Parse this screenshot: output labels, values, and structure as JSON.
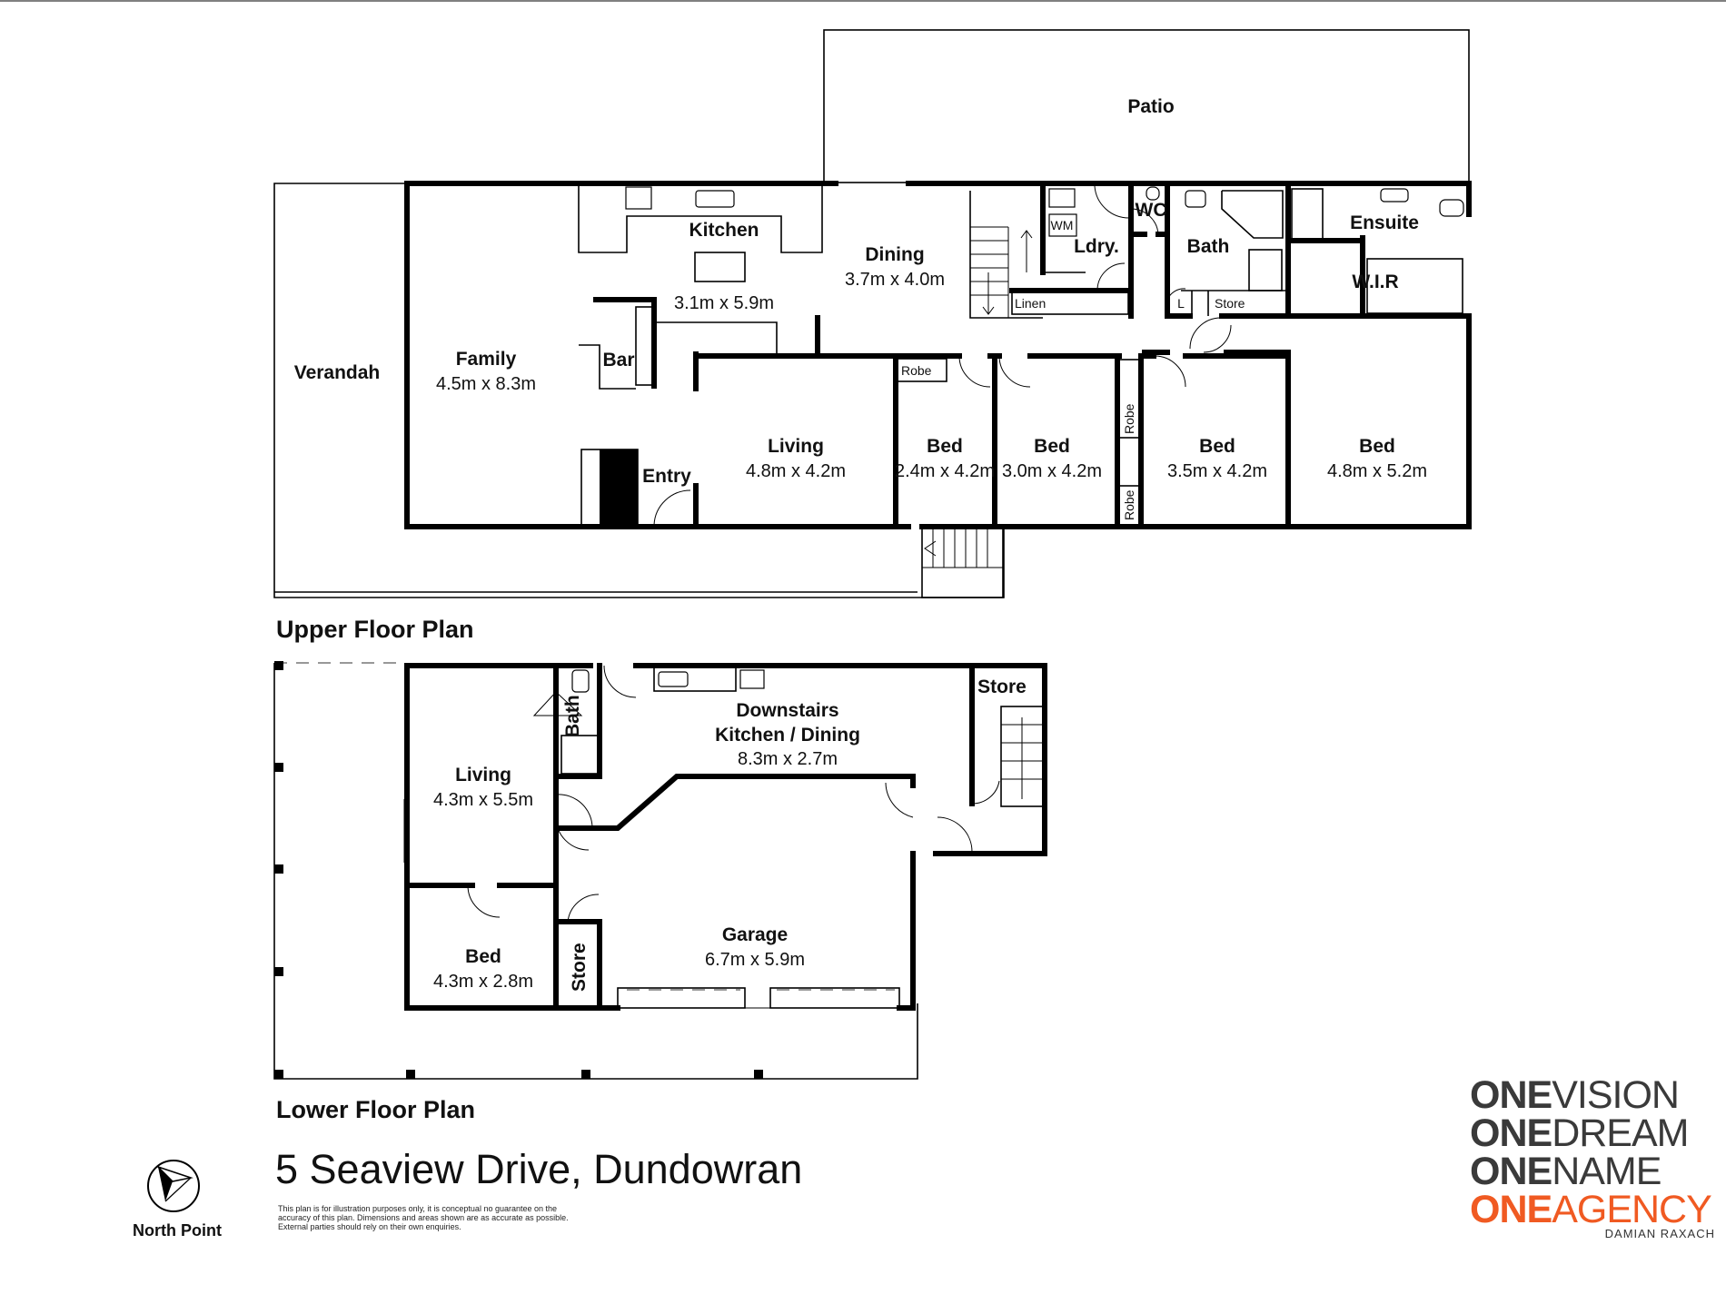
{
  "upper": {
    "heading": "Upper Floor Plan",
    "patio": "Patio",
    "verandah": "Verandah",
    "kitchen": "Kitchen",
    "kitchen_dim": "3.1m x 5.9m",
    "dining": "Dining",
    "dining_dim": "3.7m x 4.0m",
    "family": "Family",
    "family_dim": "4.5m x 8.3m",
    "bar": "Bar",
    "entry": "Entry",
    "living": "Living",
    "living_dim": "4.8m x 4.2m",
    "ldry": "Ldry.",
    "wm": "WM",
    "wc": "WC",
    "bath": "Bath",
    "ensuite": "Ensuite",
    "wir": "W.I.R",
    "linen": "Linen",
    "l": "L",
    "store": "Store",
    "robe": "Robe",
    "robe2": "Robe",
    "robe3": "Robe",
    "bed1": "Bed",
    "bed1_dim": "2.4m x 4.2m",
    "bed2": "Bed",
    "bed2_dim": "3.0m x 4.2m",
    "bed3": "Bed",
    "bed3_dim": "3.5m x 4.2m",
    "bed4": "Bed",
    "bed4_dim": "4.8m x 5.2m"
  },
  "lower": {
    "heading": "Lower Floor Plan",
    "bath": "Bath",
    "kitchen_l1": "Downstairs",
    "kitchen_l2": "Kitchen / Dining",
    "kitchen_dim": "8.3m x 2.7m",
    "store": "Store",
    "living": "Living",
    "living_dim": "4.3m x 5.5m",
    "garage": "Garage",
    "garage_dim": "6.7m x 5.9m",
    "bed": "Bed",
    "bed_dim": "4.3m x 2.8m",
    "store2": "Store"
  },
  "address": "5 Seaview Drive, Dundowran",
  "disclaimer": "This plan is for illustration purposes only, it is conceptual no guarantee on the accuracy of this plan. Dimensions and areas shown are as accurate as possible. External parties should rely on their own enquiries.",
  "north_label": "North Point",
  "logo": {
    "lines": [
      {
        "strong": "ONE",
        "light": "VISION",
        "color": "#3a3a3a"
      },
      {
        "strong": "ONE",
        "light": "DREAM",
        "color": "#3a3a3a"
      },
      {
        "strong": "ONE",
        "light": "NAME",
        "color": "#3a3a3a"
      },
      {
        "strong": "ONE",
        "light": "AGENCY",
        "color": "#f05a22"
      }
    ],
    "sub": "DAMIAN RAXACH"
  },
  "colors": {
    "wall": "#000000",
    "accent": "#f05a22",
    "logo_gray": "#3a3a3a"
  }
}
